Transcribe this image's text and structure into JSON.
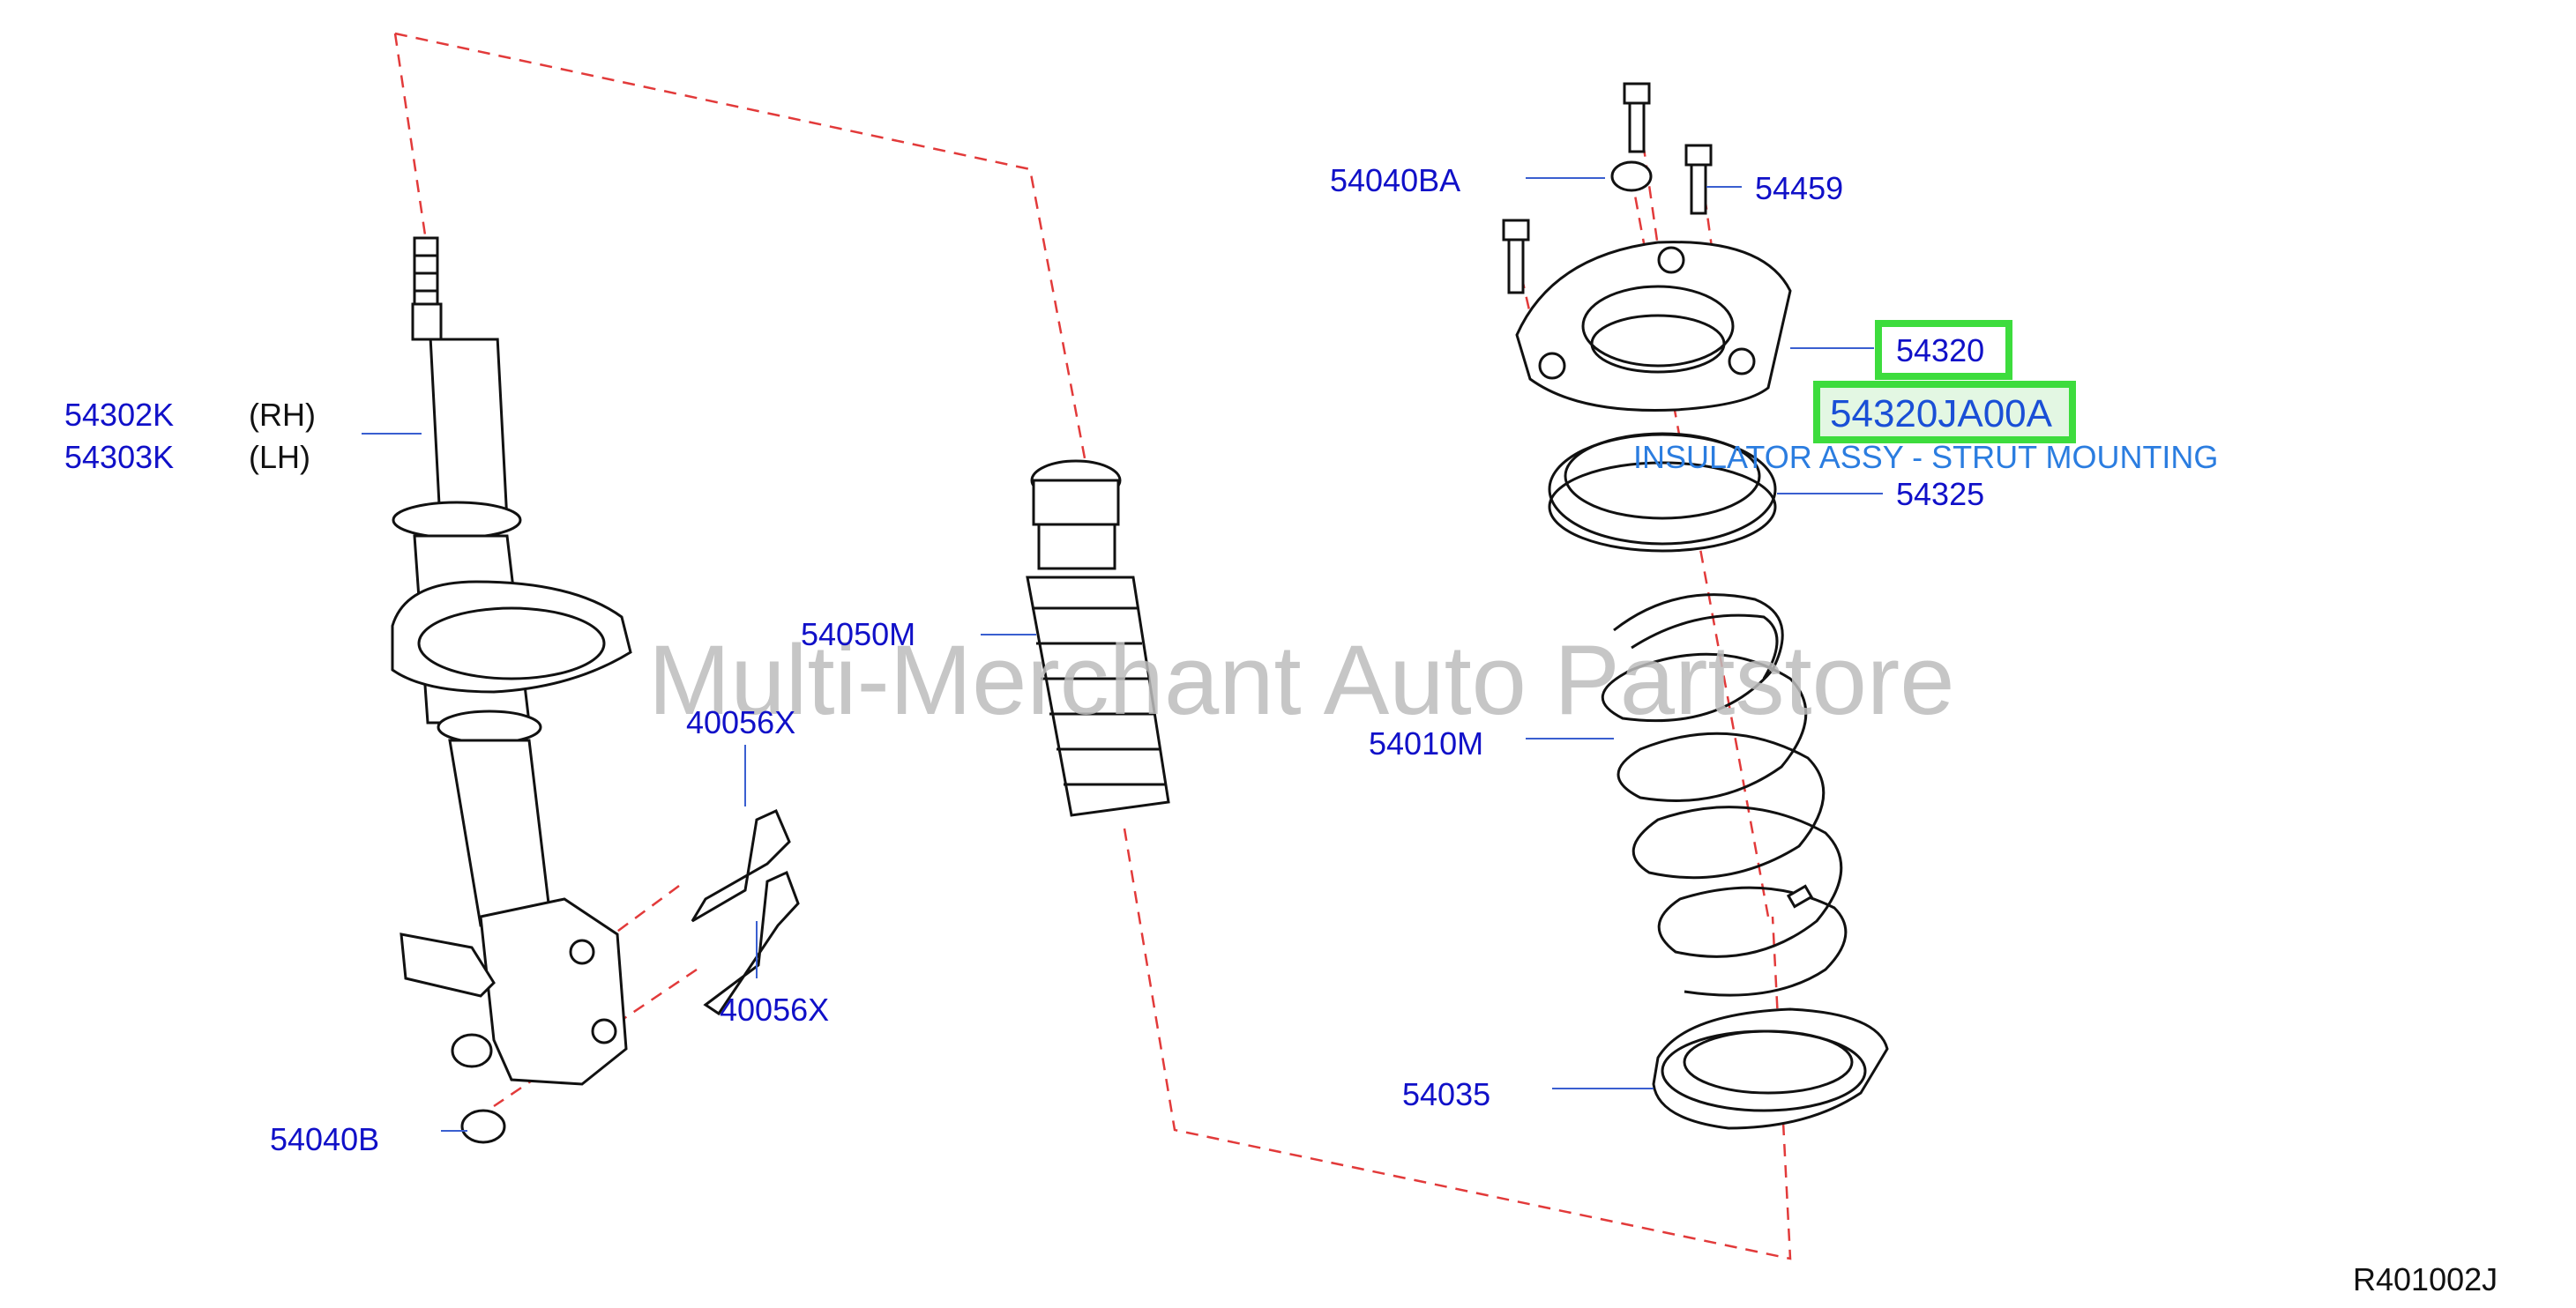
{
  "labels": {
    "p54302K": "54302K",
    "rh": "(RH)",
    "p54303K": "54303K",
    "lh": "(LH)",
    "p54050M": "54050M",
    "p40056X_top": "40056X",
    "p40056X_bottom": "40056X",
    "p54040B": "54040B",
    "p54040BA": "54040BA",
    "p54459": "54459",
    "p54320": "54320",
    "p54320JA00A": "54320JA00A",
    "insulator_desc": "INSULATOR ASSY - STRUT MOUNTING",
    "p54325": "54325",
    "p54010M": "54010M",
    "p54035": "54035",
    "diagram_code": "R401002J"
  },
  "watermark": "Multi-Merchant Auto Partstore",
  "highlighted_parts": [
    "54320",
    "54320JA00A"
  ],
  "colors": {
    "label_blue": "#1010c8",
    "description_blue": "#2b7de0",
    "dashed_line_red": "#e23a3a",
    "highlight_green": "#3ddc3d",
    "watermark_gray": "#bdbdbd"
  }
}
